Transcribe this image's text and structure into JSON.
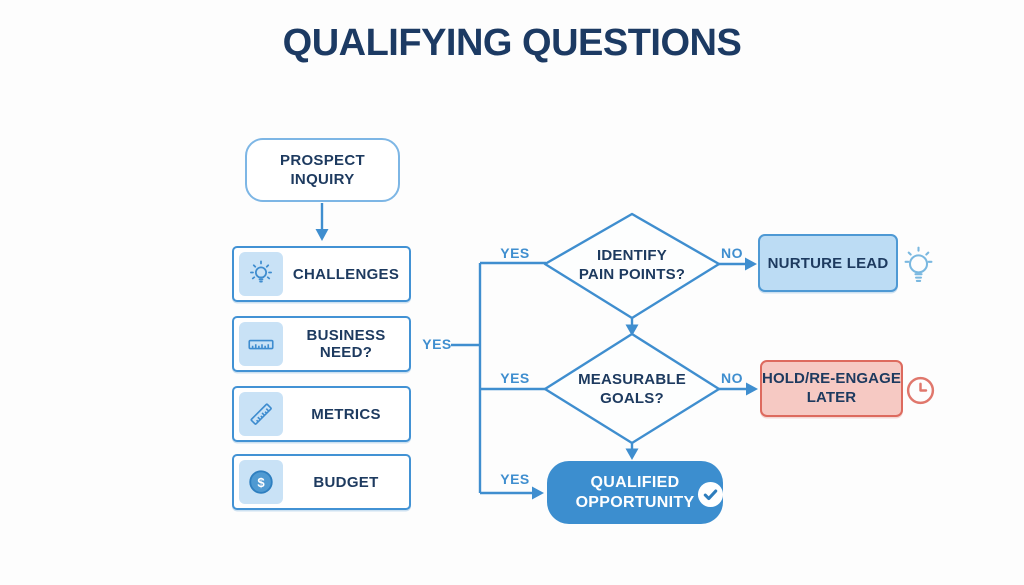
{
  "title": "QUALIFYING QUESTIONS",
  "start": {
    "line1": "PROSPECT",
    "line2": "INQUIRY"
  },
  "inputs": [
    {
      "label": "CHALLENGES",
      "icon": "lightbulb-icon"
    },
    {
      "label": "BUSINESS NEED?",
      "icon": "ruler-horizontal-icon"
    },
    {
      "label": "METRICS",
      "icon": "ruler-diagonal-icon"
    },
    {
      "label": "BUDGET",
      "icon": "dollar-coin-icon"
    }
  ],
  "decisions": [
    {
      "line1": "IDENTIFY",
      "line2": "PAIN POINTS?"
    },
    {
      "line1": "MEASURABLE",
      "line2": "GOALS?"
    }
  ],
  "outcomes": {
    "nurture": {
      "label": "NURTURE LEAD",
      "side_icon": "lightbulb-icon"
    },
    "hold": {
      "line1": "HOLD/RE-ENGAGE",
      "line2": "LATER",
      "side_icon": "clock-icon"
    },
    "qualified": {
      "line1": "QUALIFIED",
      "line2": "OPPORTUNITY",
      "badge_icon": "check-circle-icon"
    }
  },
  "edge_labels": {
    "yes": "YES",
    "no": "NO"
  },
  "icons": {
    "dollar_glyph": "$"
  },
  "colors": {
    "title_navy": "#1c3a63",
    "text_navy": "#1d3a5f",
    "connector_blue": "#3f8ecf",
    "box_border_blue": "#4292d4",
    "start_border_blue": "#7db6e5",
    "icon_tile_blue": "#c9e2f6",
    "nurture_fill": "#bcdcf4",
    "nurture_border": "#4e99d4",
    "hold_fill": "#f6c9c3",
    "hold_border": "#dd6a5e",
    "qualified_fill": "#3c8ecf",
    "clock_icon_red": "#e0776c",
    "bulb_icon_light_blue": "#7ab8e0",
    "background": "#fdfdfd"
  }
}
